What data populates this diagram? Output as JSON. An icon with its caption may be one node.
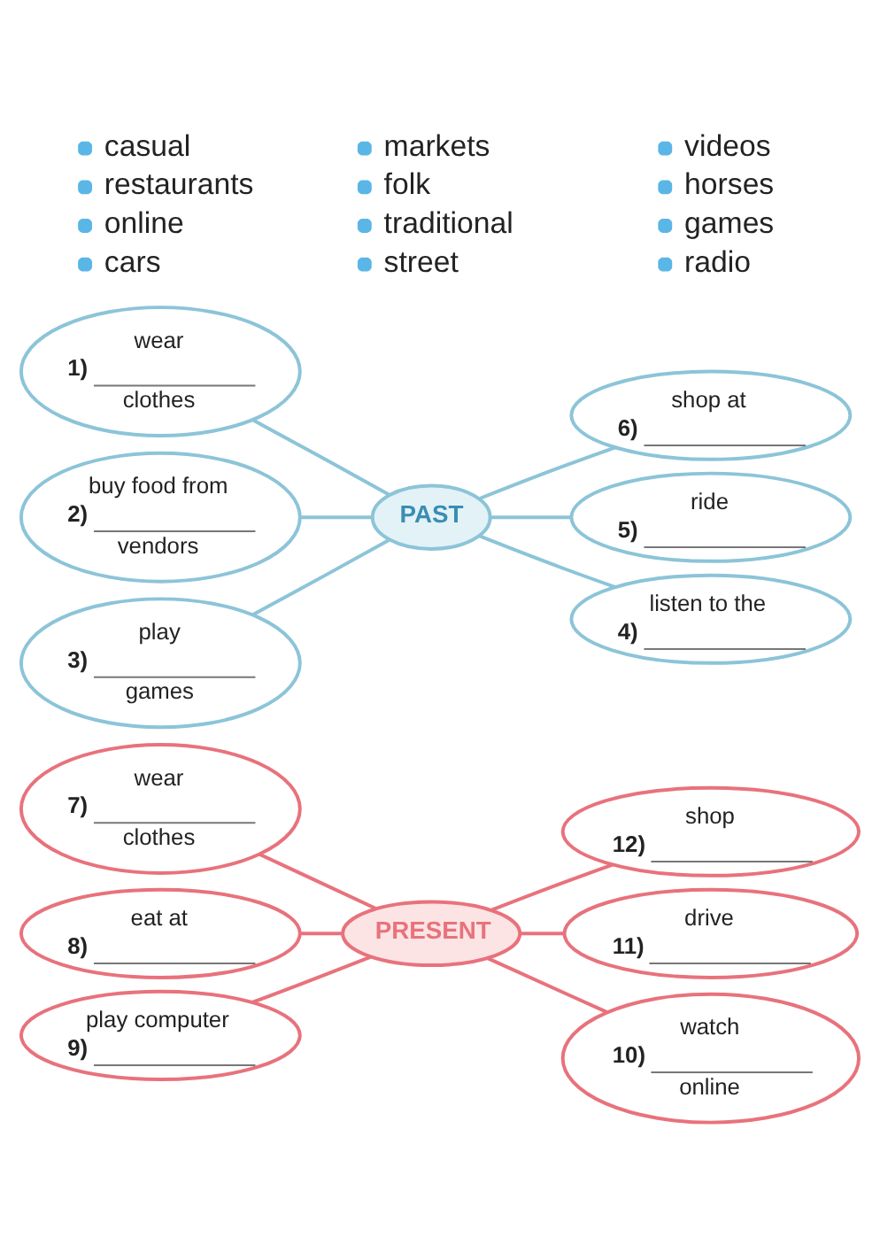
{
  "diagram": {
    "nodes": [
      {
        "text": [
          "PAST"
        ]
      },
      {
        "text": [
          "wear",
          "1)",
          "clothes"
        ]
      },
      {
        "text": [
          "buy food from",
          "2)",
          "vendors"
        ]
      },
      {
        "text": [
          "play",
          "3)",
          "games"
        ]
      },
      {
        "text": [
          "listen to the",
          "4)"
        ]
      },
      {
        "text": [
          "ride",
          "5)"
        ]
      },
      {
        "text": [
          "shop at",
          "6)"
        ]
      },
      {
        "text": [
          "PRESENT"
        ]
      },
      {
        "text": [
          "wear",
          "7)",
          "clothes"
        ]
      },
      {
        "text": [
          "eat at",
          "8)"
        ]
      },
      {
        "text": [
          "play computer",
          "9)"
        ]
      },
      {
        "text": [
          "watch",
          "10)",
          "online"
        ]
      },
      {
        "text": [
          "drive",
          "11)"
        ]
      },
      {
        "text": [
          "shop",
          "12)"
        ]
      }
    ],
    "edges": [
      {
        "from": 1,
        "to": 0,
        "arrow": "none",
        "color": "#8cc4d8"
      },
      {
        "from": 2,
        "to": 0,
        "arrow": "none",
        "color": "#8cc4d8"
      },
      {
        "from": 3,
        "to": 0,
        "arrow": "none",
        "color": "#8cc4d8"
      },
      {
        "from": 0,
        "to": 4,
        "arrow": "none",
        "color": "#8cc4d8"
      },
      {
        "from": 0,
        "to": 5,
        "arrow": "none",
        "color": "#8cc4d8"
      },
      {
        "from": 0,
        "to": 6,
        "arrow": "none",
        "color": "#8cc4d8"
      },
      {
        "from": 8,
        "to": 7,
        "arrow": "none",
        "color": "#e8727c"
      },
      {
        "from": 9,
        "to": 7,
        "arrow": "none",
        "color": "#e8727c"
      },
      {
        "from": 10,
        "to": 7,
        "arrow": "none",
        "color": "#e8727c"
      },
      {
        "from": 7,
        "to": 11,
        "arrow": "none",
        "color": "#e8727c"
      },
      {
        "from": 7,
        "to": 12,
        "arrow": "none",
        "color": "#e8727c"
      },
      {
        "from": 7,
        "to": 13,
        "arrow": "none",
        "color": "#e8727c"
      }
    ],
    "labels": [
      "casual",
      "markets",
      "videos",
      "restaurants",
      "folk",
      "horses",
      "online",
      "traditional",
      "games",
      "cars",
      "street",
      "radio"
    ]
  }
}
